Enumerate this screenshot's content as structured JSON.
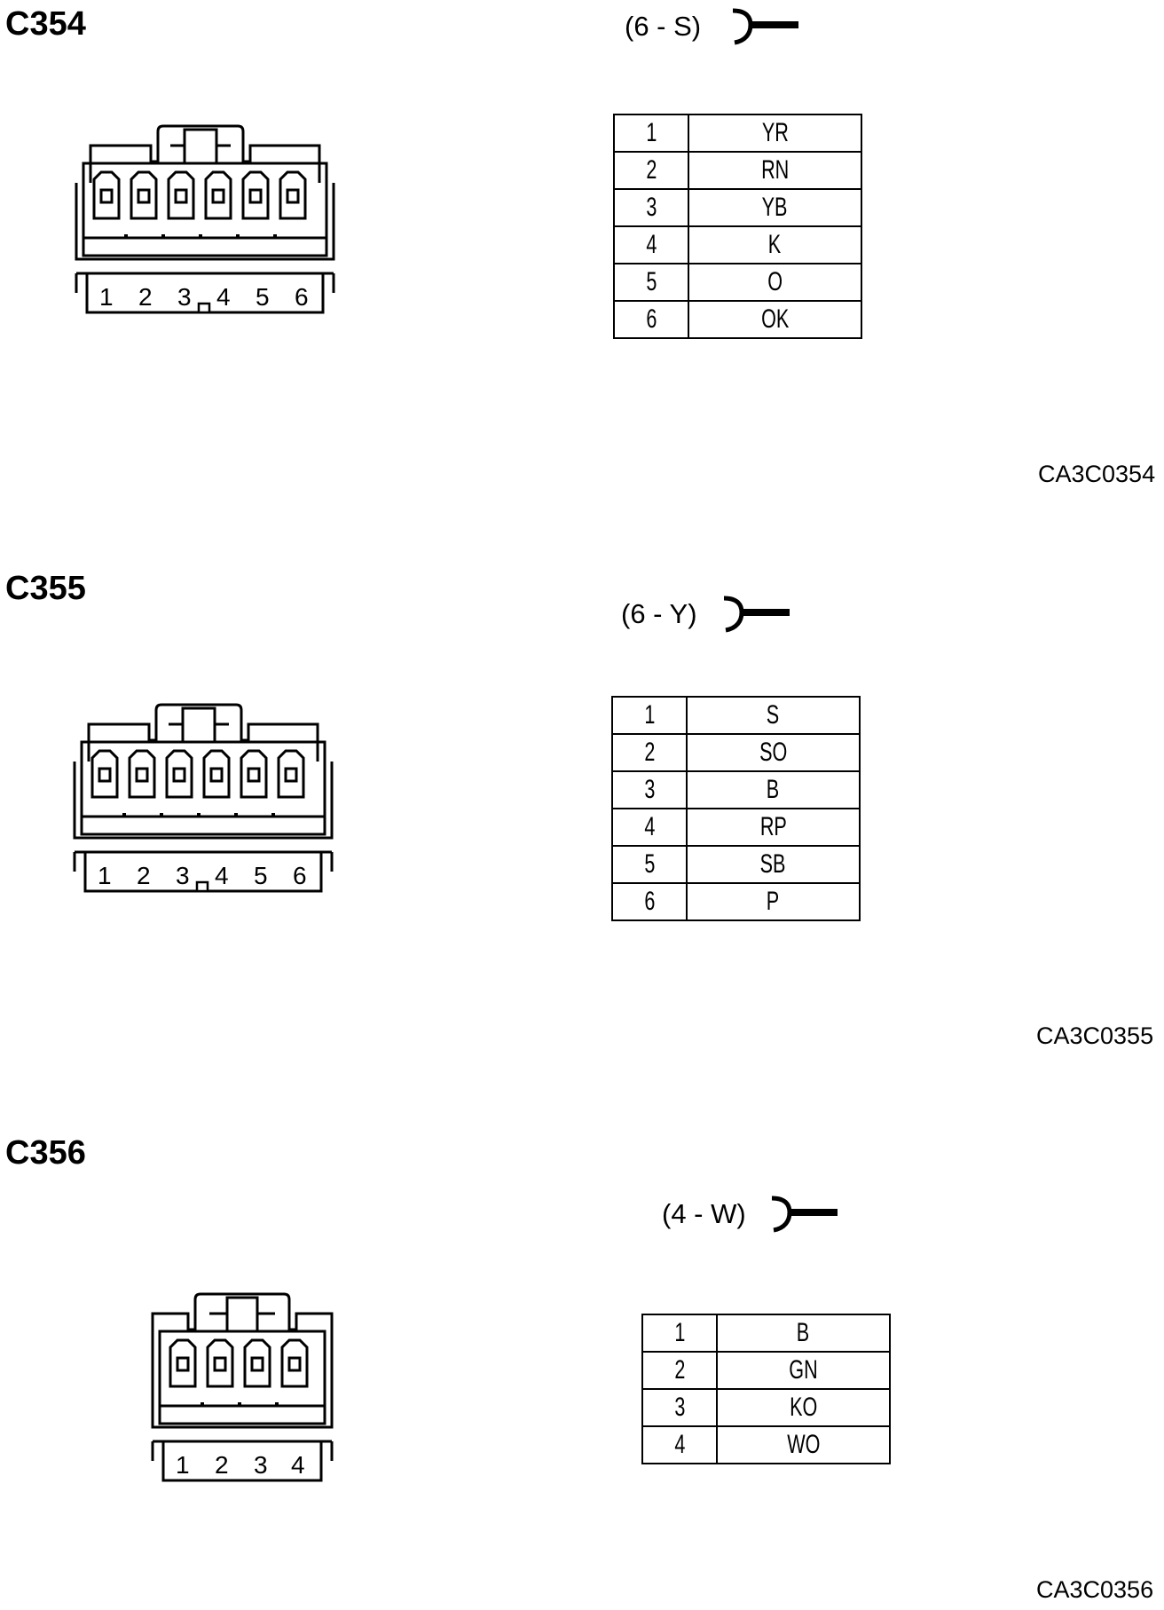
{
  "connectors": [
    {
      "id": "C354",
      "spec": "(6 - S)",
      "code": "CA3C0354",
      "pins": [
        {
          "pin": "1",
          "color": "YR"
        },
        {
          "pin": "2",
          "color": "RN"
        },
        {
          "pin": "3",
          "color": "YB"
        },
        {
          "pin": "4",
          "color": "K"
        },
        {
          "pin": "5",
          "color": "O"
        },
        {
          "pin": "6",
          "color": "OK"
        }
      ],
      "face_numbers": [
        "1",
        "2",
        "3",
        "4",
        "5",
        "6"
      ]
    },
    {
      "id": "C355",
      "spec": "(6 - Y)",
      "code": "CA3C0355",
      "pins": [
        {
          "pin": "1",
          "color": "S"
        },
        {
          "pin": "2",
          "color": "SO"
        },
        {
          "pin": "3",
          "color": "B"
        },
        {
          "pin": "4",
          "color": "RP"
        },
        {
          "pin": "5",
          "color": "SB"
        },
        {
          "pin": "6",
          "color": "P"
        }
      ],
      "face_numbers": [
        "1",
        "2",
        "3",
        "4",
        "5",
        "6"
      ]
    },
    {
      "id": "C356",
      "spec": "(4 - W)",
      "code": "CA3C0356",
      "pins": [
        {
          "pin": "1",
          "color": "B"
        },
        {
          "pin": "2",
          "color": "GN"
        },
        {
          "pin": "3",
          "color": "KO"
        },
        {
          "pin": "4",
          "color": "WO"
        }
      ],
      "face_numbers": [
        "1",
        "2",
        "3",
        "4"
      ]
    }
  ]
}
